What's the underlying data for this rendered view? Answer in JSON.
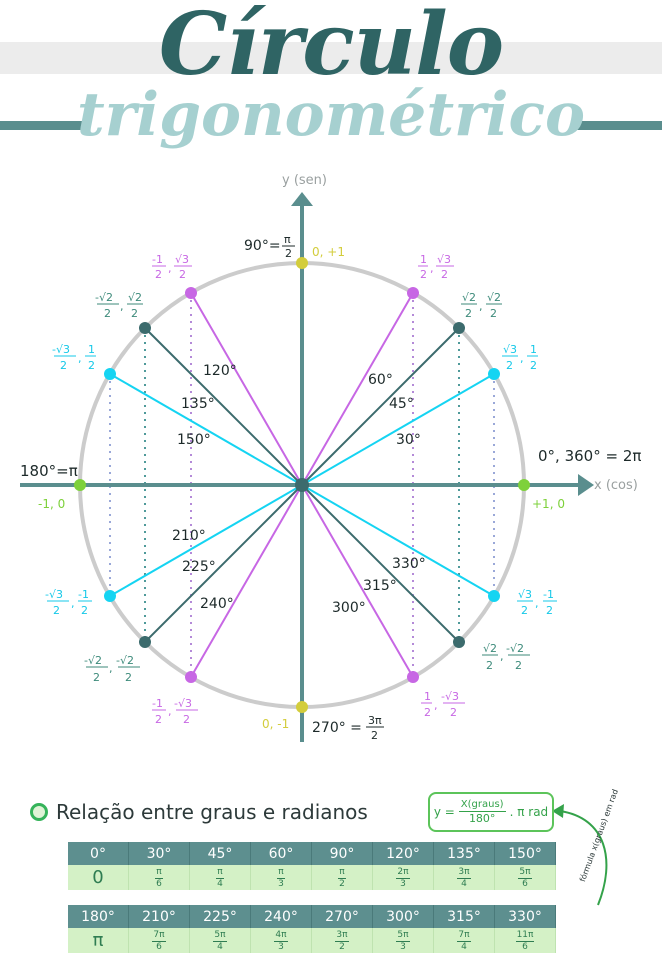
{
  "title": "Círculo",
  "subtitle": "trigonométrico",
  "axes": {
    "y_label": "y (sen)",
    "x_label": "x (cos)"
  },
  "angles_cardinal": {
    "deg90": "90°=",
    "deg90_num": "π",
    "deg90_den": "2",
    "deg0": "0°, 360° = 2π",
    "deg180": "180°=π",
    "deg270": "270° =",
    "deg270_num": "3π",
    "deg270_den": "2"
  },
  "coords_cardinal": {
    "top": "0, +1",
    "bottom": "0, -1",
    "left": "-1, 0",
    "right": "+1, 0"
  },
  "angle_labels": [
    "30°",
    "45°",
    "60°",
    "120°",
    "135°",
    "150°",
    "210°",
    "225°",
    "240°",
    "300°",
    "315°",
    "330°"
  ],
  "colors": {
    "cyan": "#15d4f2",
    "teal": "#3c6b6d",
    "purple": "#c767e4",
    "yellow": "#d3cd3c",
    "green": "#7ed13b",
    "axis": "#5a8e8e",
    "circle": "#cccccc"
  },
  "relation": {
    "title": "Relação entre graus e radianos",
    "formula_y": "y =",
    "formula_num": "X(graus)",
    "formula_den": "180°",
    "formula_tail": ". π rad",
    "side_note": "fórmula x(graus) em rad"
  },
  "table1": {
    "degrees": [
      "0°",
      "30°",
      "45°",
      "60°",
      "90°",
      "120°",
      "135°",
      "150°"
    ],
    "radians": [
      {
        "t": "0"
      },
      {
        "n": "π",
        "d": "6"
      },
      {
        "n": "π",
        "d": "4"
      },
      {
        "n": "π",
        "d": "3"
      },
      {
        "n": "π",
        "d": "2"
      },
      {
        "n": "2π",
        "d": "3"
      },
      {
        "n": "3π",
        "d": "4"
      },
      {
        "n": "5π",
        "d": "6"
      }
    ]
  },
  "table2": {
    "degrees": [
      "180°",
      "210°",
      "225°",
      "240°",
      "270°",
      "300°",
      "315°",
      "330°"
    ],
    "radians": [
      {
        "t": "π"
      },
      {
        "n": "7π",
        "d": "6"
      },
      {
        "n": "5π",
        "d": "4"
      },
      {
        "n": "4π",
        "d": "3"
      },
      {
        "n": "3π",
        "d": "2"
      },
      {
        "n": "5π",
        "d": "3"
      },
      {
        "n": "7π",
        "d": "4"
      },
      {
        "n": "11π",
        "d": "6"
      }
    ]
  }
}
